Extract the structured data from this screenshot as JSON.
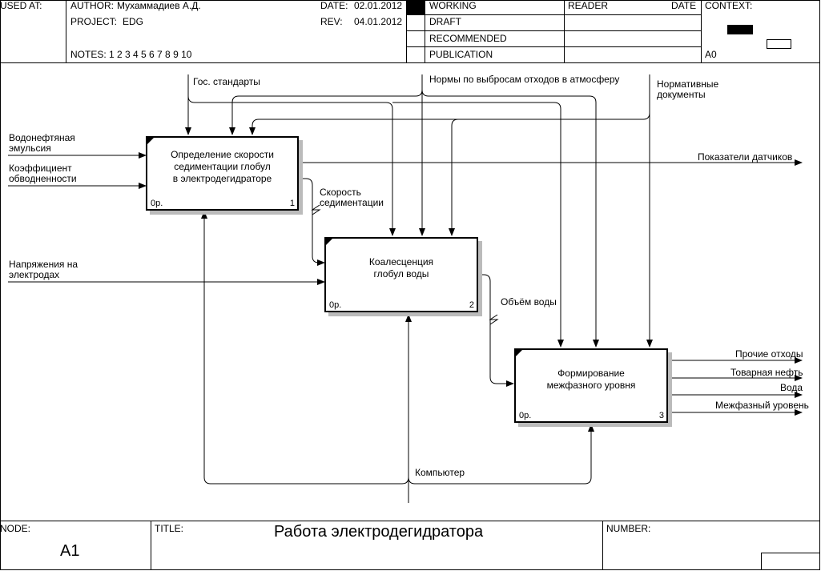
{
  "header": {
    "used_at": "USED AT:",
    "author_label": "AUTHOR:",
    "author": "Мухаммадиев А.Д.",
    "project_label": "PROJECT:",
    "project": "EDG",
    "notes": "NOTES:  1  2  3  4  5  6  7  8  9  10",
    "date_label": "DATE:",
    "date": "02.01.2012",
    "rev_label": "REV:",
    "rev": "04.01.2012",
    "status": [
      "WORKING",
      "DRAFT",
      "RECOMMENDED",
      "PUBLICATION"
    ],
    "reader": "READER",
    "reader_date": "DATE",
    "context": "CONTEXT:",
    "context_node": "A0"
  },
  "footer": {
    "node_label": "NODE:",
    "node": "A1",
    "title_label": "TITLE:",
    "title": "Работа  электродегидратора",
    "number_label": "NUMBER:"
  },
  "boxes": [
    {
      "name": "Определение скорости\nседиментации глобул\nв электродегидраторе",
      "cost": "0р.",
      "num": "1"
    },
    {
      "name": "Коалесценция\nглобул воды",
      "cost": "0р.",
      "num": "2"
    },
    {
      "name": "Формирование\nмежфазного уровня",
      "cost": "0р.",
      "num": "3"
    }
  ],
  "arrows": {
    "input_emulsion": "Водонефтяная\nэмульсия",
    "input_water_cut": "Коэффициент\nобводненности",
    "input_voltage": "Напряжения на\nэлектродах",
    "control_gost": "Гос. стандарты",
    "control_emissions": "Нормы по выбросам отходов в атмосферу",
    "control_normative": "Нормативные\nдокументы",
    "output_sensors": "Показатели датчиков",
    "output_sedimentation": "Скорость\nседиментации",
    "output_water_volume": "Объём воды",
    "output_waste": "Прочие отходы",
    "output_oil": "Товарная нефть",
    "output_water": "Вода",
    "output_interface": "Межфазный уровень",
    "mechanism_computer": "Компьютер"
  }
}
